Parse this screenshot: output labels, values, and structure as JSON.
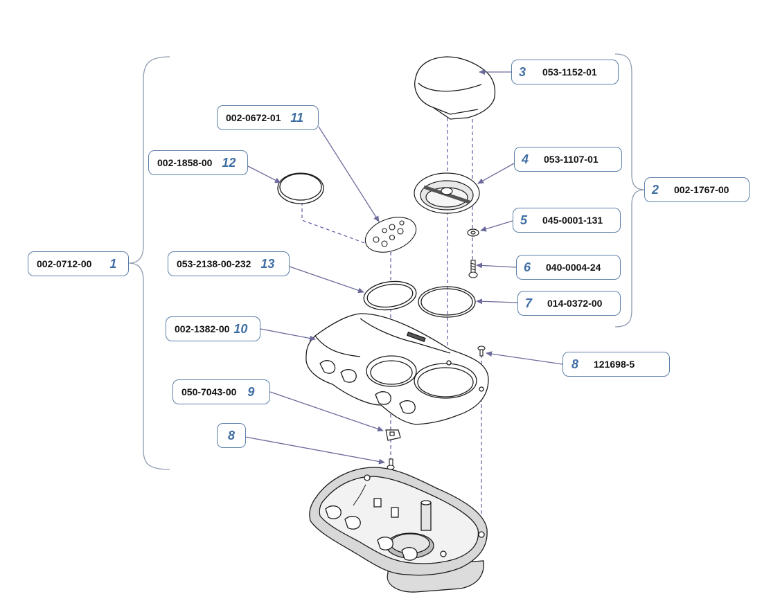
{
  "colors": {
    "callout_border": "#5b7ea8",
    "item_number": "#3f6ea3",
    "part_number": "#111111",
    "leader_line": "#6b6a9a",
    "bracket": "#8e9bb0",
    "part_outline": "#1a1a1a"
  },
  "callouts": [
    {
      "id": "c1",
      "item": "1",
      "part": "002-0712-00"
    },
    {
      "id": "c2",
      "item": "2",
      "part": "002-1767-00"
    },
    {
      "id": "c3",
      "item": "3",
      "part": "053-1152-01"
    },
    {
      "id": "c4",
      "item": "4",
      "part": "053-1107-01"
    },
    {
      "id": "c5",
      "item": "5",
      "part": "045-0001-131"
    },
    {
      "id": "c6",
      "item": "6",
      "part": "040-0004-24"
    },
    {
      "id": "c7",
      "item": "7",
      "part": "014-0372-00"
    },
    {
      "id": "c8a",
      "item": "8",
      "part": "121698-5"
    },
    {
      "id": "c8b",
      "item": "8",
      "part": ""
    },
    {
      "id": "c9",
      "item": "9",
      "part": "050-7043-00"
    },
    {
      "id": "c10",
      "item": "10",
      "part": "002-1382-00"
    },
    {
      "id": "c11",
      "item": "11",
      "part": "002-0672-01"
    },
    {
      "id": "c12",
      "item": "12",
      "part": "002-1858-00"
    },
    {
      "id": "c13",
      "item": "13",
      "part": "053-2138-00-232"
    }
  ]
}
